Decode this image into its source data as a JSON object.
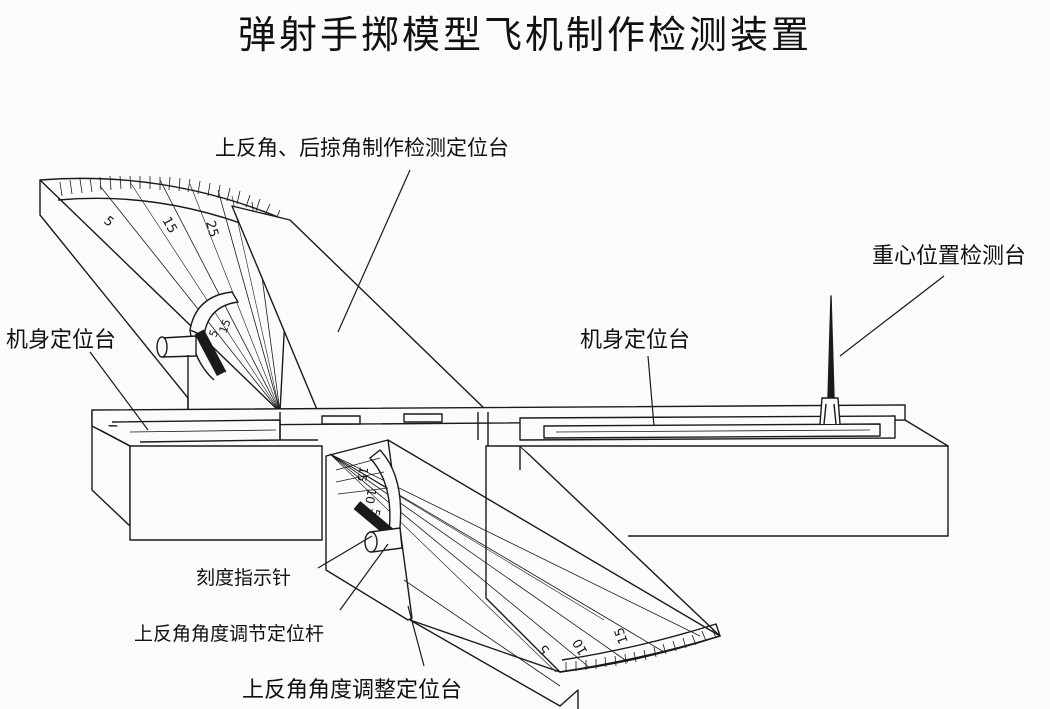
{
  "title": "弹射手掷模型飞机制作检测装置",
  "labels": {
    "dihedral_sweep_station": "上反角、后掠角制作检测定位台",
    "fuselage_station_left": "机身定位台",
    "fuselage_station_right": "机身定位台",
    "cg_station": "重心位置检测台",
    "scale_pointer": "刻度指示针",
    "dihedral_adjust_rod": "上反角角度调节定位杆",
    "dihedral_adjust_station": "上反角角度调整定位台"
  },
  "upper_scale_ticks": [
    "5",
    "15",
    "25"
  ],
  "upper_arc_marks": [
    "5",
    "15"
  ],
  "lower_arc_marks": [
    "15",
    "10",
    "5"
  ],
  "lower_scale_ticks": [
    "5",
    "10",
    "15"
  ]
}
